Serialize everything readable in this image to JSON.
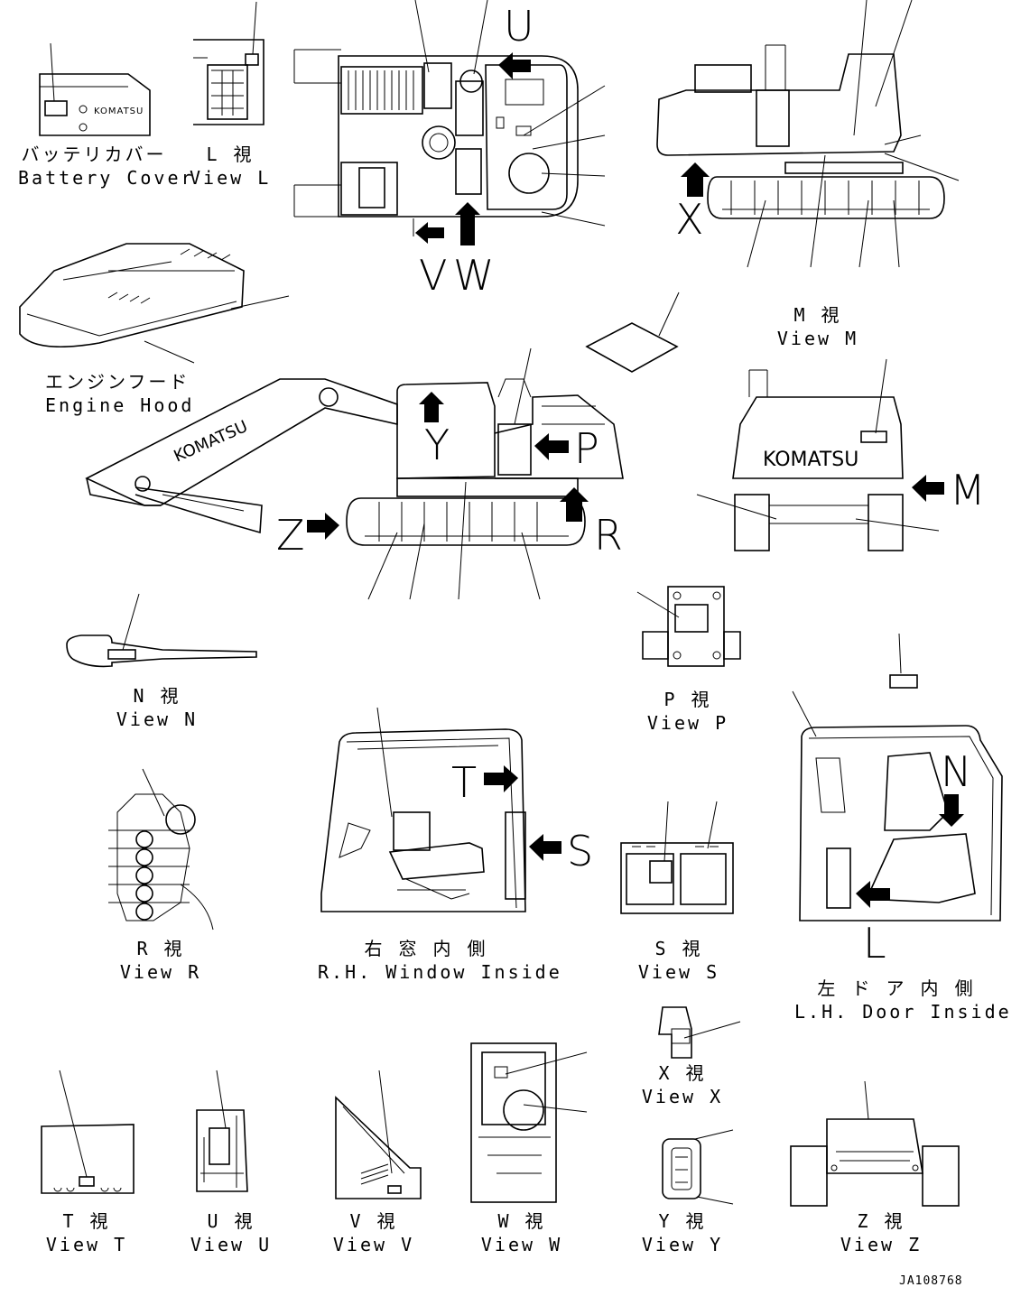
{
  "views": {
    "battery_cover": {
      "jp": "バッテリカバー",
      "en": "Battery Cover"
    },
    "view_l": {
      "jp": "L  視",
      "en": "View L"
    },
    "engine_hood": {
      "jp": "エンジンフード",
      "en": "Engine Hood"
    },
    "view_m": {
      "jp": "M  視",
      "en": "View M"
    },
    "view_n": {
      "jp": "N  視",
      "en": "View N"
    },
    "view_p": {
      "jp": "P  視",
      "en": "View P"
    },
    "view_r": {
      "jp": "R  視",
      "en": "View R"
    },
    "rh_window": {
      "jp": "右 窓 内 側",
      "en": "R.H. Window Inside"
    },
    "view_s": {
      "jp": "S  視",
      "en": "View S"
    },
    "lh_door": {
      "jp": "左 ド ア 内 側",
      "en": "L.H. Door Inside"
    },
    "view_x": {
      "jp": "X  視",
      "en": "View X"
    },
    "view_t": {
      "jp": "T  視",
      "en": "View T"
    },
    "view_u": {
      "jp": "U  視",
      "en": "View U"
    },
    "view_v": {
      "jp": "V  視",
      "en": "View V"
    },
    "view_w": {
      "jp": "W  視",
      "en": "View W"
    },
    "view_y": {
      "jp": "Y  視",
      "en": "View Y"
    },
    "view_z": {
      "jp": "Z  視",
      "en": "View Z"
    }
  },
  "letters": {
    "u": "U",
    "v": "V",
    "w": "W",
    "x": "X",
    "y": "Y",
    "p": "P",
    "m": "M",
    "z": "Z",
    "r": "R",
    "t": "T",
    "s": "S",
    "n": "N",
    "l": "L"
  },
  "brand": "KOMATSU",
  "drawing_code": "JA108768"
}
